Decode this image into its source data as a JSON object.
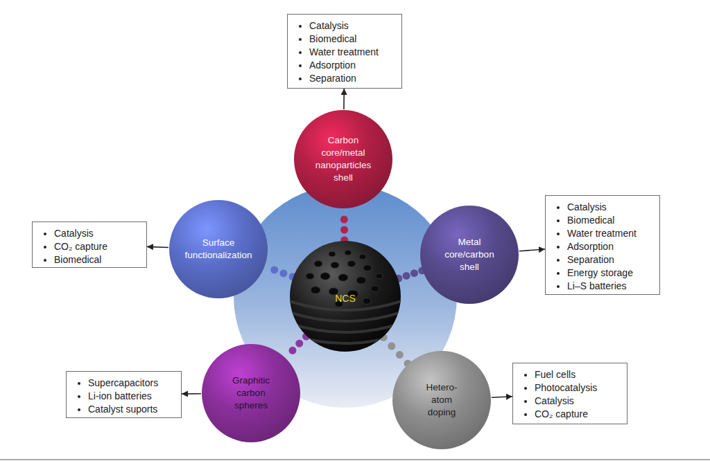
{
  "diagram": {
    "nodes": [
      {
        "text": [
          "Catalysis",
          "Biomedical",
          "Water treatment",
          "Adsorption",
          "Separation"
        ]
      },
      {
        "text": [
          "Carbon core/metal nanoparticles shell"
        ]
      },
      {
        "text": [
          "Catalysis",
          "CO₂ capture",
          "Biomedical"
        ]
      },
      {
        "text": [
          "Surface functionalization"
        ]
      },
      {
        "text": [
          "NCS"
        ]
      },
      {
        "text": [
          "Metal core/carbon shell"
        ]
      },
      {
        "text": [
          "Catalysis",
          "Biomedical",
          "Water treatment",
          "Adsorption",
          "Separation",
          "Energy storage",
          "Li–S batteries"
        ]
      },
      {
        "text": [
          "Supercapacitors",
          "Li-ion batteries",
          "Catalyst suports"
        ]
      },
      {
        "text": [
          "Graphitic carbon spheres"
        ]
      },
      {
        "text": [
          "Hetero- atom doping"
        ]
      },
      {
        "text": [
          "Fuel cells",
          "Photocatalysis",
          "Catalysis",
          "CO₂ capture"
        ]
      }
    ],
    "edges": [
      {
        "from": 4,
        "to": 1,
        "arrow": "none"
      },
      {
        "from": 4,
        "to": 3,
        "arrow": "none"
      },
      {
        "from": 4,
        "to": 5,
        "arrow": "none"
      },
      {
        "from": 4,
        "to": 8,
        "arrow": "none"
      },
      {
        "from": 4,
        "to": 9,
        "arrow": "none"
      },
      {
        "from": 1,
        "to": 0,
        "arrow": "to"
      },
      {
        "from": 3,
        "to": 2,
        "arrow": "to"
      },
      {
        "from": 5,
        "to": 6,
        "arrow": "to"
      },
      {
        "from": 8,
        "to": 7,
        "arrow": "to"
      },
      {
        "from": 9,
        "to": 10,
        "arrow": "to"
      }
    ]
  }
}
